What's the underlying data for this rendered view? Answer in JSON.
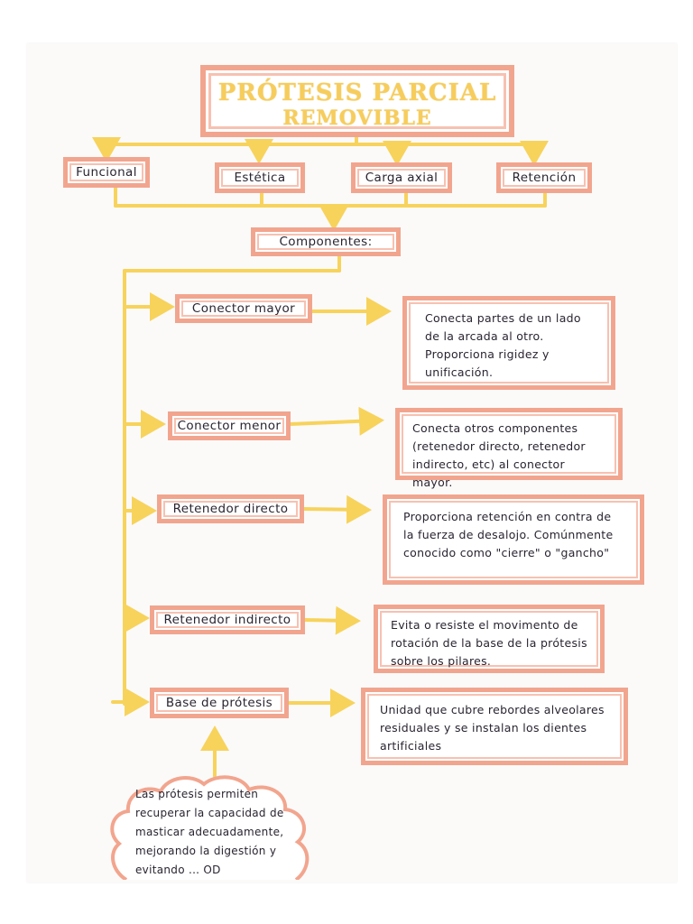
{
  "title": {
    "line1": "PRÓTESIS PARCIAL",
    "line2": "REMOVIBLE"
  },
  "functions": [
    "Funcional",
    "Estética",
    "Carga axial",
    "Retención"
  ],
  "components_label": "Componentes:",
  "components": [
    {
      "name": "Conector mayor",
      "description": "Conecta partes de un lado de la arcada al otro. Proporciona rigidez y unificación."
    },
    {
      "name": "Conector menor",
      "description": "Conecta otros componentes (retenedor directo, retenedor indirecto, etc) al conector mayor."
    },
    {
      "name": "Retenedor directo",
      "description": "Proporciona retención en contra de la fuerza de desalojo. Comúnmente conocido como \"cierre\" o \"gancho\""
    },
    {
      "name": "Retenedor indirecto",
      "description": "Evita o resiste el movimento de rotación de la base de la prótesis sobre los pilares."
    },
    {
      "name": "Base de prótesis",
      "description": "Unidad que cubre rebordes alveolares residuales y se instalan los dientes artificiales"
    }
  ],
  "note": "Las prótesis permiten recuperar la capacidad de masticar adecuadamente, mejorando la digestión y evitando ... OD",
  "colors": {
    "box_border": "#f2a58e",
    "arrow": "#f7d35c",
    "title": "#f6cd5c",
    "ink": "#2a2430"
  }
}
